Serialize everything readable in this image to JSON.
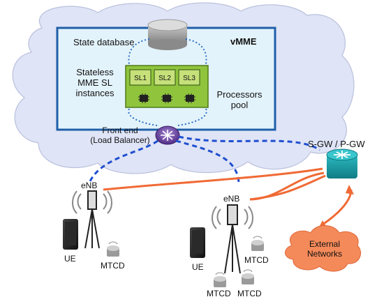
{
  "vmme": {
    "title": "vMME",
    "state_database": "State database",
    "stateless_instances": "Stateless\nMME SL\ninstances",
    "processors_pool": "Processors\npool"
  },
  "sl_instances": [
    "SL1",
    "SL2",
    "SL3"
  ],
  "front_end": "Front end\n(Load Balancer)",
  "gateway": "S-GW / P-GW",
  "external": "External\nNetworks",
  "enb_left": "eNB",
  "enb_right": "eNB",
  "ue_left": "UE",
  "ue_right": "UE",
  "mtcd_left": "MTCD",
  "mtcd_right_top": "MTCD",
  "mtcd_right_bl": "MTCD",
  "mtcd_right_br": "MTCD",
  "colors": {
    "cloud": "#dfe4f6",
    "vmme_box": "#e3f3fb",
    "vmme_border": "#1f5fa8",
    "sl_panel": "#8fc43c",
    "sl_box": "#c6e07a",
    "dashed_link": "#1f4fd0",
    "orange_link": "#f06a35",
    "gateway": "#1b9aa3",
    "external_cloud": "#f48a5a",
    "router": "#6a3fa0"
  }
}
